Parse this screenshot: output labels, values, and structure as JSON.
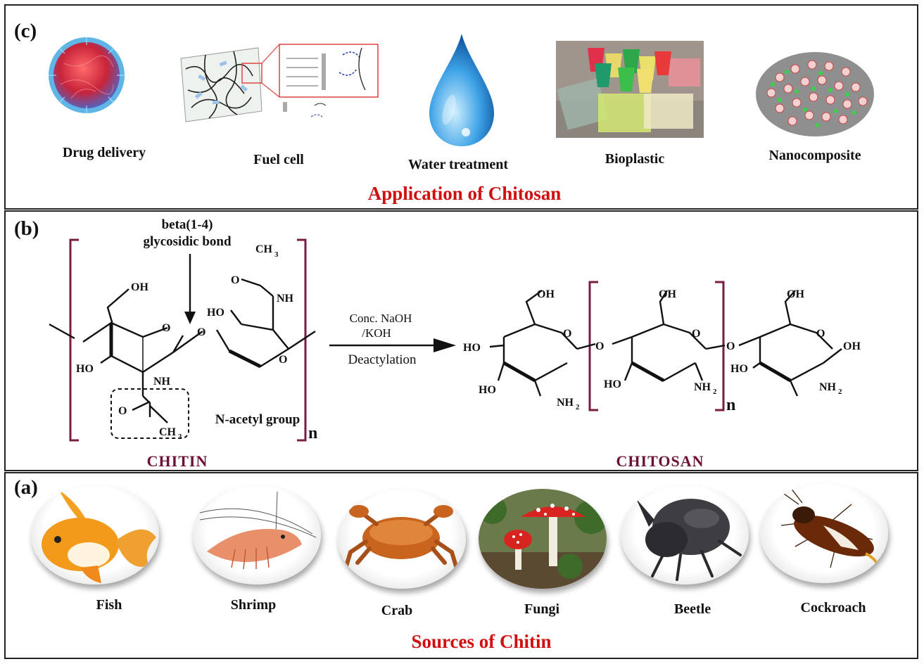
{
  "panel_c": {
    "letter": "(c)",
    "title": "Application of Chitosan",
    "items": [
      {
        "label": "Drug delivery",
        "icon": "nanoparticle-sphere-icon"
      },
      {
        "label": "Fuel cell",
        "icon": "membrane-network-icon"
      },
      {
        "label": "Water treatment",
        "icon": "water-drop-icon"
      },
      {
        "label": "Bioplastic",
        "icon": "plastic-cups-icon"
      },
      {
        "label": "Nanocomposite",
        "icon": "nanocomposite-ellipse-icon"
      }
    ]
  },
  "panel_b": {
    "letter": "(b)",
    "bond_label_line1": "beta(1-4)",
    "bond_label_line2": "glycosidic bond",
    "acetyl_label": "N-acetyl group",
    "reaction_reagent_line1": "Conc. NaOH",
    "reaction_reagent_line2": "/KOH",
    "reaction_name": "Deactylation",
    "chitin_label": "CHITIN",
    "chitosan_label": "CHITOSAN",
    "repeat_symbol": "n",
    "atoms": {
      "oh": "OH",
      "ho": "HO",
      "o": "O",
      "nh": "NH",
      "nh2": "NH",
      "ch3": "CH",
      "sub2": "2",
      "sub3": "3"
    }
  },
  "panel_a": {
    "letter": "(a)",
    "title": "Sources of Chitin",
    "items": [
      {
        "label": "Fish",
        "icon": "goldfish-icon"
      },
      {
        "label": "Shrimp",
        "icon": "shrimp-icon"
      },
      {
        "label": "Crab",
        "icon": "crab-icon"
      },
      {
        "label": "Fungi",
        "icon": "mushroom-icon"
      },
      {
        "label": "Beetle",
        "icon": "beetle-icon"
      },
      {
        "label": "Cockroach",
        "icon": "cockroach-icon"
      }
    ]
  }
}
